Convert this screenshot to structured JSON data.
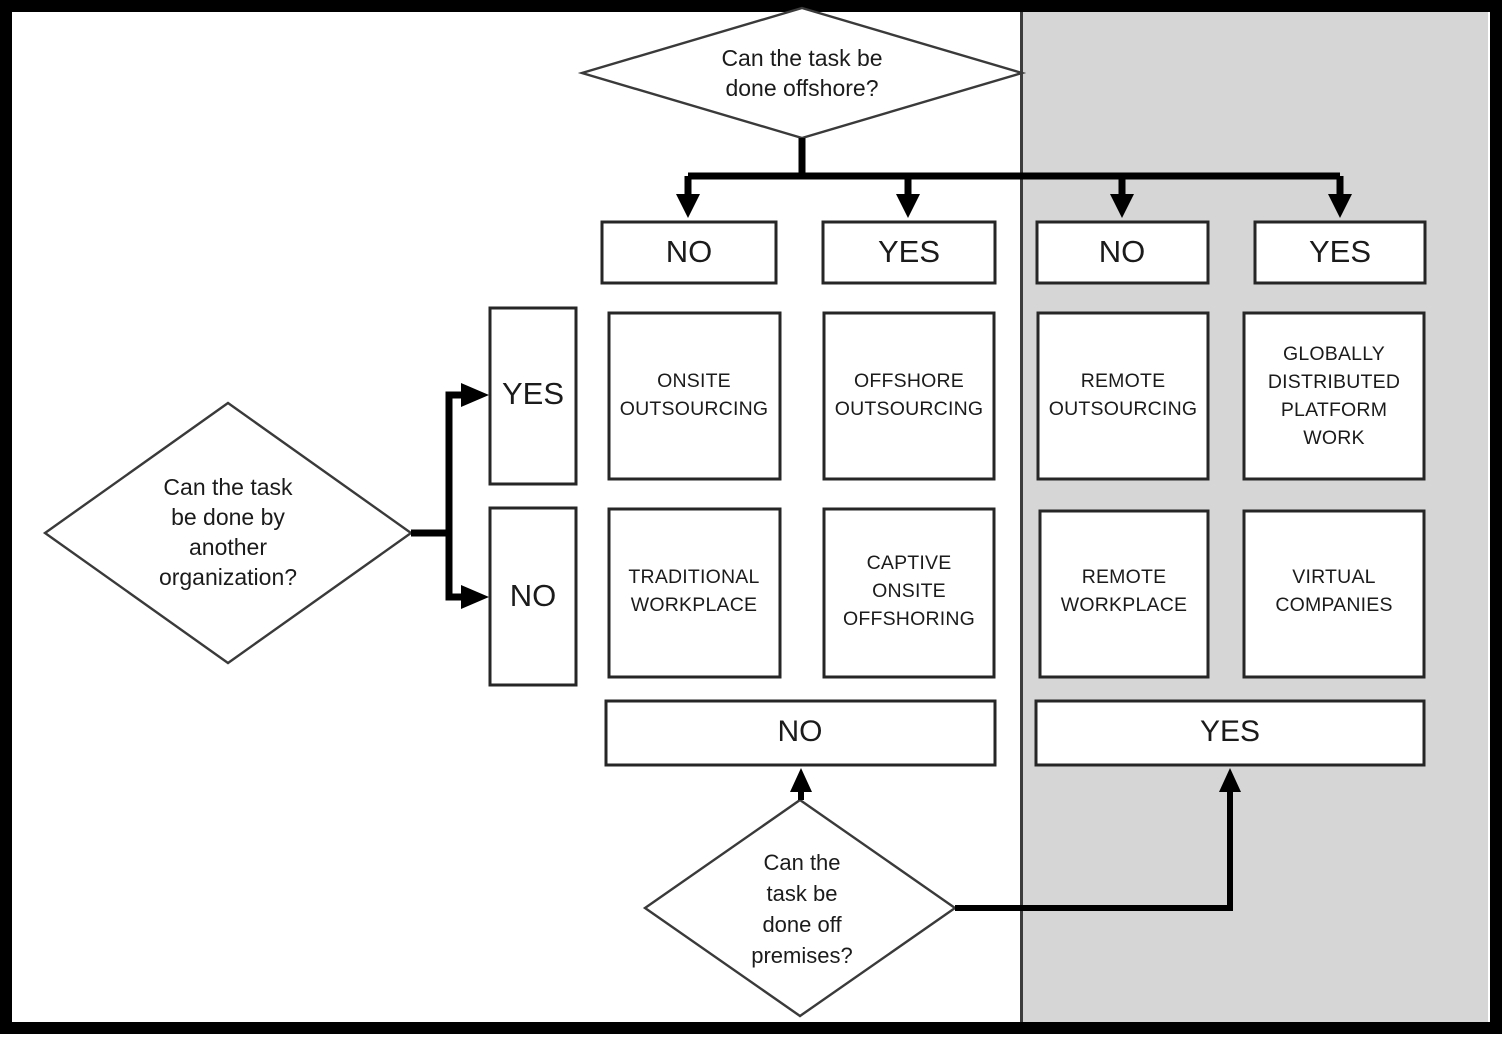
{
  "diagram": {
    "title_colors": {
      "shaded_region": "#d6d6d6",
      "page_background": "#ffffff",
      "border": "#000000",
      "box_stroke": "#262626",
      "text": "#1b1b1b"
    },
    "decisions": {
      "offshore": "Can the task be\ndone offshore?",
      "offshore_line1": "Can the task be",
      "offshore_line2": "done offshore?",
      "another_org_line1": "Can the task",
      "another_org_line2": "be done by",
      "another_org_line3": "another",
      "another_org_line4": "organization?",
      "off_premises_line1": "Can the",
      "off_premises_line2": "task be",
      "off_premises_line3": "done off",
      "off_premises_line4": "premises?"
    },
    "column_headers": [
      {
        "label": "NO",
        "column": 1,
        "shaded": false
      },
      {
        "label": "YES",
        "column": 2,
        "shaded": false
      },
      {
        "label": "NO",
        "column": 3,
        "shaded": true
      },
      {
        "label": "YES",
        "column": 4,
        "shaded": true
      }
    ],
    "row_headers": [
      {
        "label": "YES",
        "row": 1
      },
      {
        "label": "NO",
        "row": 2
      }
    ],
    "bottom_headers": [
      {
        "label": "NO",
        "shaded": false
      },
      {
        "label": "YES",
        "shaded": true
      }
    ],
    "cells": [
      {
        "row": 1,
        "column": 1,
        "lines": [
          "ONSITE",
          "OUTSOURCING"
        ]
      },
      {
        "row": 1,
        "column": 2,
        "lines": [
          "OFFSHORE",
          "OUTSOURCING"
        ]
      },
      {
        "row": 1,
        "column": 3,
        "lines": [
          "REMOTE",
          "OUTSOURCING"
        ]
      },
      {
        "row": 1,
        "column": 4,
        "lines": [
          "GLOBALLY",
          "DISTRIBUTED",
          "PLATFORM",
          "WORK"
        ]
      },
      {
        "row": 2,
        "column": 1,
        "lines": [
          "TRADITIONAL",
          "WORKPLACE"
        ]
      },
      {
        "row": 2,
        "column": 2,
        "lines": [
          "CAPTIVE",
          "ONSITE",
          "OFFSHORING"
        ]
      },
      {
        "row": 2,
        "column": 3,
        "lines": [
          "REMOTE",
          "WORKPLACE"
        ]
      },
      {
        "row": 2,
        "column": 4,
        "lines": [
          "VIRTUAL",
          "COMPANIES"
        ]
      }
    ],
    "cell_text": {
      "r1c1": {
        "l1": "ONSITE",
        "l2": "OUTSOURCING"
      },
      "r1c2": {
        "l1": "OFFSHORE",
        "l2": "OUTSOURCING"
      },
      "r1c3": {
        "l1": "REMOTE",
        "l2": "OUTSOURCING"
      },
      "r1c4": {
        "l1": "GLOBALLY",
        "l2": "DISTRIBUTED",
        "l3": "PLATFORM",
        "l4": "WORK"
      },
      "r2c1": {
        "l1": "TRADITIONAL",
        "l2": "WORKPLACE"
      },
      "r2c2": {
        "l1": "CAPTIVE",
        "l2": "ONSITE",
        "l3": "OFFSHORING"
      },
      "r2c3": {
        "l1": "REMOTE",
        "l2": "WORKPLACE"
      },
      "r2c4": {
        "l1": "VIRTUAL",
        "l2": "COMPANIES"
      }
    },
    "labels": {
      "col1": "NO",
      "col2": "YES",
      "col3": "NO",
      "col4": "YES",
      "row1": "YES",
      "row2": "NO",
      "bottom_left": "NO",
      "bottom_right": "YES"
    }
  }
}
